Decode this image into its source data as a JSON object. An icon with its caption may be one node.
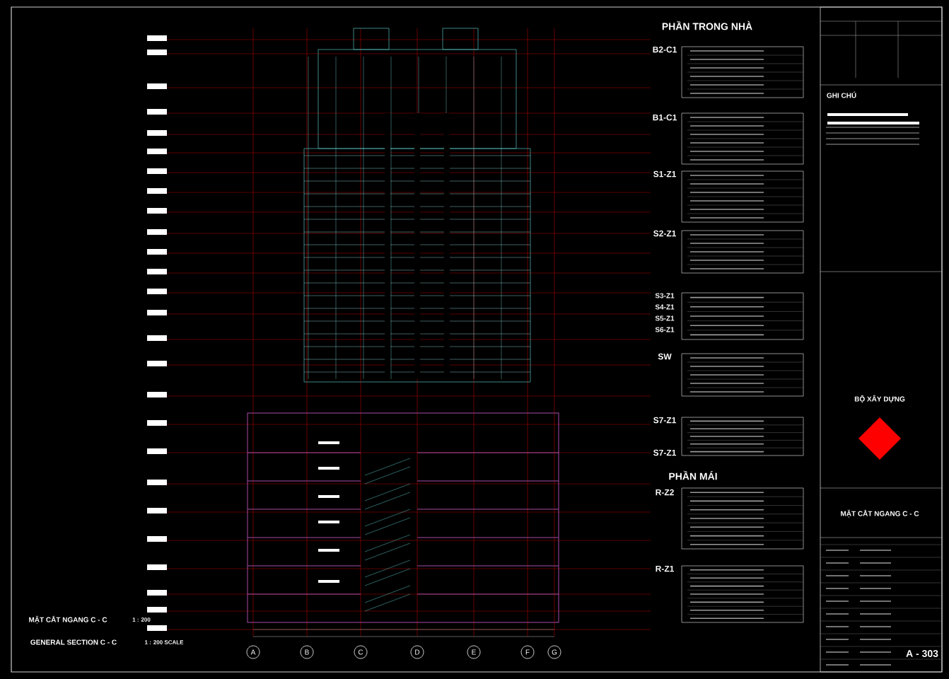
{
  "diagram": {
    "nodes": [
      {
        "text": [
          "A"
        ]
      },
      {
        "text": [
          "B"
        ]
      },
      {
        "text": [
          "C"
        ]
      },
      {
        "text": [
          "D"
        ]
      },
      {
        "text": [
          "E"
        ]
      },
      {
        "text": [
          "F"
        ]
      },
      {
        "text": [
          "G"
        ]
      }
    ],
    "labels": [
      "PHẦN TRONG NHÀ",
      "B2-C1",
      "B1-C1",
      "S1-Z1",
      "S2-Z1",
      "S3-Z1",
      "S4-Z1",
      "S5-Z1",
      "S6-Z1",
      "SW",
      "S7-Z1",
      "S7-Z1",
      "PHẦN MÁI",
      "R-Z2",
      "R-Z1",
      "GHI CHÚ",
      "BỘ XÂY DỰNG",
      "MẶT CẮT NGANG C - C",
      "A - 303",
      "MẶT CẮT NGANG C - C",
      "1 : 200",
      "GENERAL SECTION C - C",
      "1 : 200 SCALE"
    ]
  }
}
